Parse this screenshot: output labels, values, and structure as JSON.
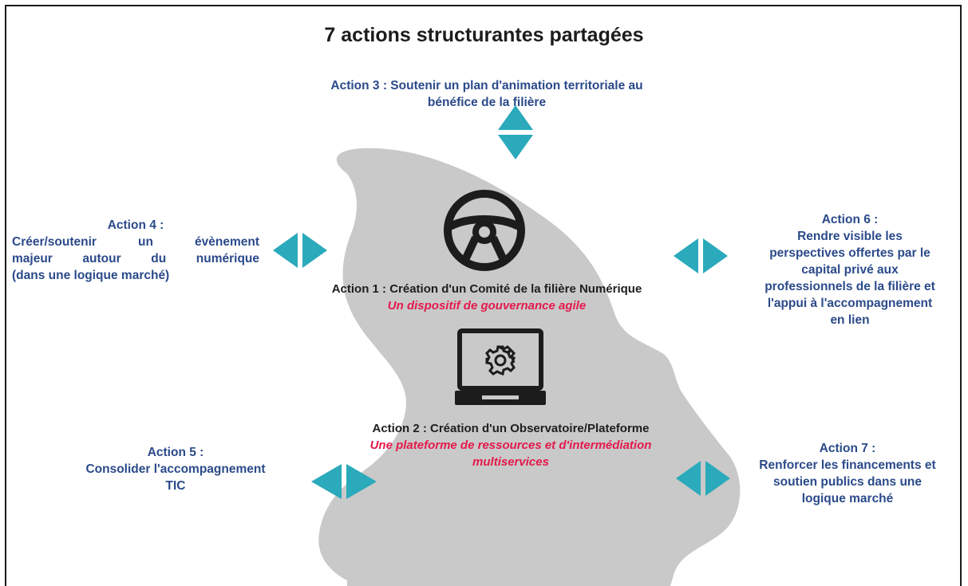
{
  "title": "7 actions structurantes partagées",
  "colors": {
    "action_text": "#2b4a8a",
    "accent_sub": "#e4194b",
    "arrow": "#2aaabb",
    "island": "#c9c9c9"
  },
  "icons": {
    "governance": "steering-wheel-icon",
    "platform": "laptop-gear-icon",
    "arrows": "double-arrow-icon"
  },
  "actions": {
    "a1": {
      "title": "Action 1 : Création d'un Comité de la filière Numérique",
      "subtitle": "Un dispositif de gouvernance agile"
    },
    "a2": {
      "title": "Action 2 : Création d'un Observatoire/Plateforme",
      "subtitle_l1": "Une plateforme de ressources et d'intermédiation",
      "subtitle_l2": "multiservices"
    },
    "a3": {
      "l1": "Action 3 : Soutenir un plan d'animation territoriale au",
      "l2": "bénéfice de la filière"
    },
    "a4": {
      "l1": "Action 4 :",
      "l2": "Créer/soutenir un évènement",
      "l3": "majeur autour du numérique",
      "l4": "(dans une logique marché)"
    },
    "a5": {
      "l1": "Action 5 :",
      "l2": "Consolider l'accompagnement",
      "l3": "TIC"
    },
    "a6": {
      "l1": "Action 6 :",
      "l2": "Rendre visible les",
      "l3": "perspectives offertes par le",
      "l4": "capital privé aux",
      "l5": "professionnels de la filière et",
      "l6": "l'appui à l'accompagnement",
      "l7": "en lien"
    },
    "a7": {
      "l1": "Action 7 :",
      "l2": "Renforcer les financements et",
      "l3": "soutien publics dans une",
      "l4": "logique marché"
    }
  }
}
